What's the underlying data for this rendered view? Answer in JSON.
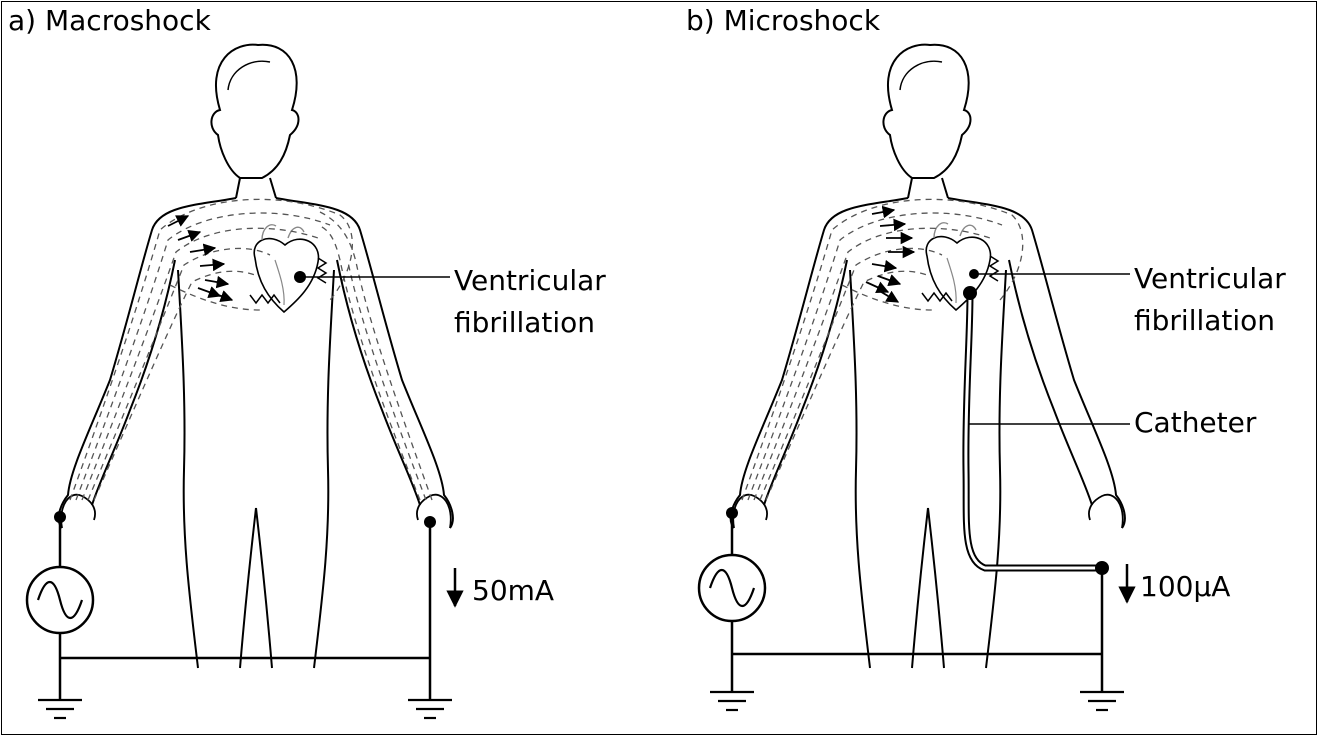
{
  "panels": [
    {
      "title": "a) Macroshock",
      "labels": {
        "fibrillation_line1": "Ventricular",
        "fibrillation_line2": "fibrillation",
        "current": "50mA"
      }
    },
    {
      "title": "b) Microshock",
      "labels": {
        "fibrillation_line1": "Ventricular",
        "fibrillation_line2": "fibrillation",
        "catheter": "Catheter",
        "current": "100µA"
      }
    }
  ],
  "colors": {
    "line": "#000000",
    "background": "#ffffff",
    "dash": "#555555"
  }
}
